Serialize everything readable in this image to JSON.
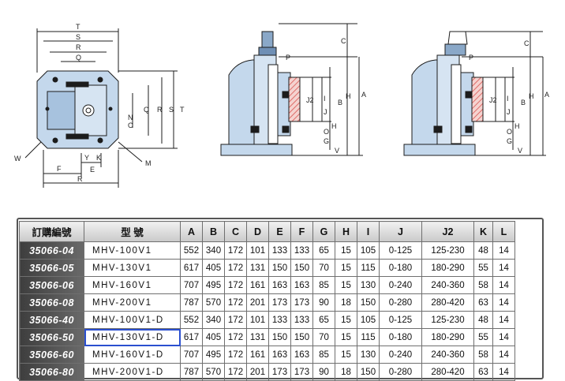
{
  "drawings": {
    "front_labels": [
      "T",
      "S",
      "R",
      "Q",
      "N",
      "O",
      "Q",
      "R",
      "S",
      "T",
      "W",
      "F",
      "Y",
      "K",
      "E",
      "R",
      "M"
    ],
    "side_labels": [
      "C",
      "P",
      "A",
      "B",
      "H",
      "I",
      "J",
      "J2",
      "H",
      "O",
      "G",
      "V"
    ],
    "side2_labels": [
      "C",
      "P",
      "A",
      "B",
      "H",
      "I",
      "J",
      "J2",
      "H",
      "O",
      "G",
      "V"
    ]
  },
  "table": {
    "columns": [
      "訂購編號",
      "型 號",
      "A",
      "B",
      "C",
      "D",
      "E",
      "F",
      "G",
      "H",
      "I",
      "J",
      "J2",
      "K",
      "L"
    ],
    "rows": [
      {
        "code": "35066-04",
        "model": "MHV-100V1",
        "values": [
          "552",
          "340",
          "172",
          "101",
          "133",
          "133",
          "65",
          "15",
          "105",
          "0-125",
          "125-230",
          "48",
          "14"
        ]
      },
      {
        "code": "35066-05",
        "model": "MHV-130V1",
        "values": [
          "617",
          "405",
          "172",
          "131",
          "150",
          "150",
          "70",
          "15",
          "115",
          "0-180",
          "180-290",
          "55",
          "14"
        ]
      },
      {
        "code": "35066-06",
        "model": "MHV-160V1",
        "values": [
          "707",
          "495",
          "172",
          "161",
          "163",
          "163",
          "85",
          "15",
          "130",
          "0-240",
          "240-360",
          "58",
          "14"
        ]
      },
      {
        "code": "35066-08",
        "model": "MHV-200V1",
        "values": [
          "787",
          "570",
          "172",
          "201",
          "173",
          "173",
          "90",
          "18",
          "150",
          "0-280",
          "280-420",
          "63",
          "14"
        ]
      },
      {
        "code": "35066-40",
        "model": "MHV-100V1-D",
        "values": [
          "552",
          "340",
          "172",
          "101",
          "133",
          "133",
          "65",
          "15",
          "105",
          "0-125",
          "125-230",
          "48",
          "14"
        ]
      },
      {
        "code": "35066-50",
        "model": "MHV-130V1-D",
        "values": [
          "617",
          "405",
          "172",
          "131",
          "150",
          "150",
          "70",
          "15",
          "115",
          "0-180",
          "180-290",
          "55",
          "14"
        ]
      },
      {
        "code": "35066-60",
        "model": "MHV-160V1-D",
        "values": [
          "707",
          "495",
          "172",
          "161",
          "163",
          "163",
          "85",
          "15",
          "130",
          "0-240",
          "240-360",
          "58",
          "14"
        ]
      },
      {
        "code": "35066-80",
        "model": "MHV-200V1-D",
        "values": [
          "787",
          "570",
          "172",
          "201",
          "173",
          "173",
          "90",
          "18",
          "150",
          "0-280",
          "280-420",
          "63",
          "14"
        ]
      }
    ],
    "selected_row": 5
  },
  "colors": {
    "drawing_fill": "#c4d8ec",
    "drawing_line": "#1c1c1c",
    "code_cell_bg": "#4a4a4a",
    "header_bg": "#d6d6d6",
    "selection_outline": "#2a4fd0",
    "hatch": "#d9534f"
  }
}
